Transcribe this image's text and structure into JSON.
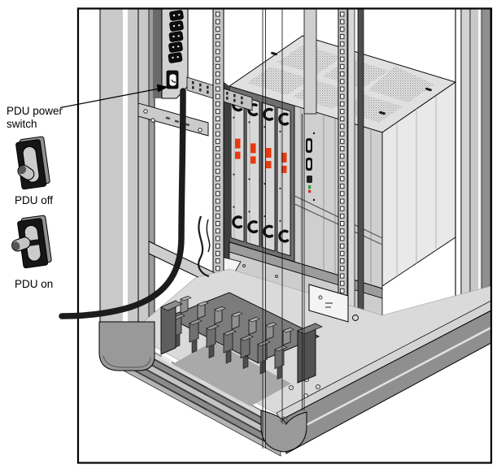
{
  "figure": {
    "callouts": {
      "power_switch_line1": "PDU power",
      "power_switch_line2": "switch",
      "pdu_off": "PDU off",
      "pdu_on": "PDU on"
    },
    "colors": {
      "line": "#000000",
      "panel_light": "#d2d2d2",
      "panel_mid": "#a9a9a9",
      "panel_dark": "#5a5a5a",
      "blade_label_orange": "#e8390f",
      "led_green": "#2e9e3e",
      "led_red": "#cc2a1e",
      "cable_black": "#1c1c1c"
    }
  }
}
